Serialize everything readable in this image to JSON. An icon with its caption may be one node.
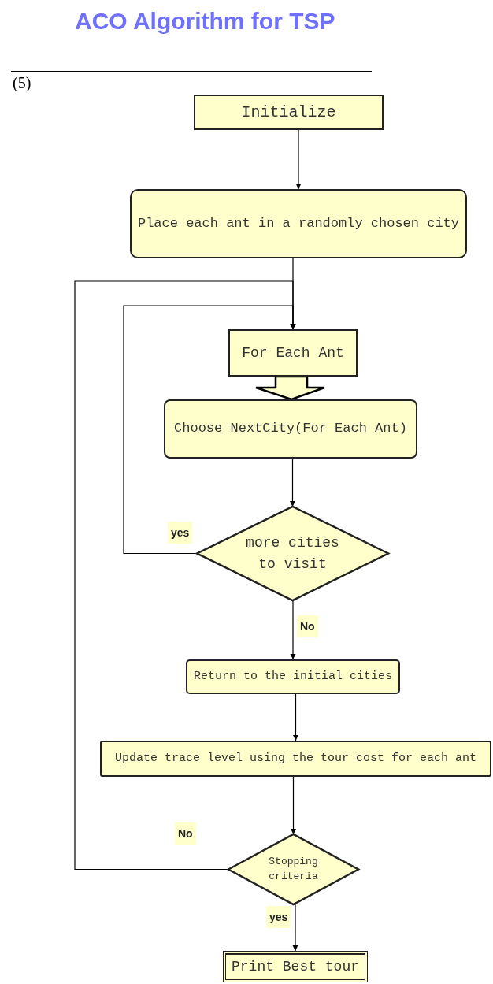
{
  "diagram": {
    "title": "ACO Algorithm for TSP",
    "nodes": [
      {
        "text": [
          "Initialize"
        ]
      },
      {
        "text": [
          "Place each ant in a randomly chosen city"
        ]
      },
      {
        "text": [
          "For Each Ant"
        ]
      },
      {
        "text": [
          "Choose NextCity(For Each Ant)"
        ]
      },
      {
        "text": [
          "more cities to visit"
        ]
      },
      {
        "text": [
          "Return to the initial cities"
        ]
      },
      {
        "text": [
          "Update trace level using the tour cost for each ant"
        ]
      },
      {
        "text": [
          "Stopping criteria"
        ]
      },
      {
        "text": [
          "Print Best tour"
        ]
      }
    ],
    "edges": [
      {
        "from": 0,
        "to": 1,
        "arrow": "to"
      },
      {
        "from": 1,
        "to": 2,
        "arrow": "to"
      },
      {
        "from": 2,
        "to": 3,
        "arrow": "to",
        "style": "thick"
      },
      {
        "from": 3,
        "to": 4,
        "arrow": "to"
      },
      {
        "from": 4,
        "to": 2,
        "arrow": "to",
        "label": "yes"
      },
      {
        "from": 4,
        "to": 5,
        "arrow": "to",
        "label": "No"
      },
      {
        "from": 5,
        "to": 6,
        "arrow": "to"
      },
      {
        "from": 6,
        "to": 7,
        "arrow": "to"
      },
      {
        "from": 7,
        "to": 2,
        "arrow": "to",
        "label": "No"
      },
      {
        "from": 7,
        "to": 8,
        "arrow": "to",
        "label": "yes"
      }
    ],
    "labels": [
      "(5)"
    ]
  }
}
